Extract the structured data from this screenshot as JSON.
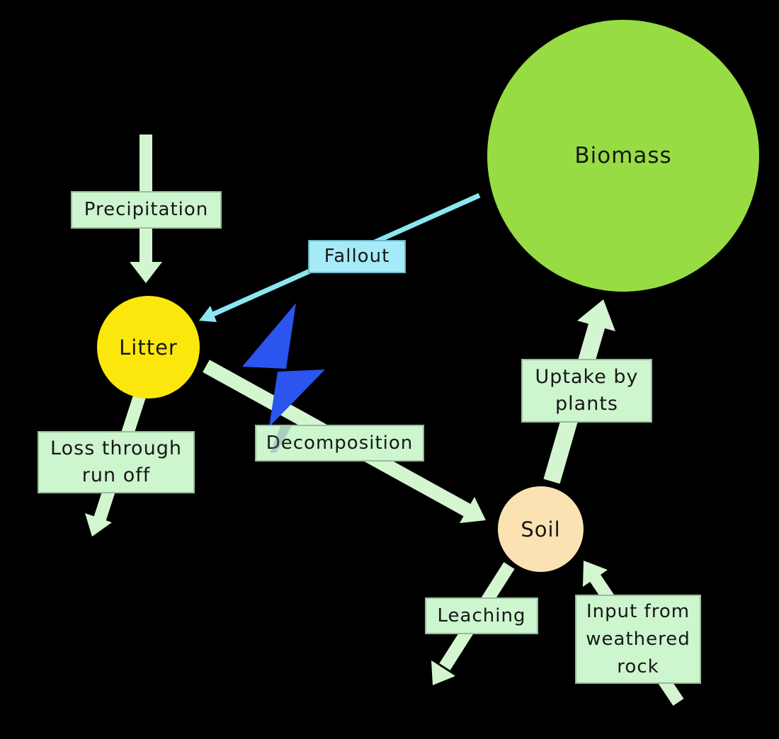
{
  "nodes": {
    "biomass": {
      "label": "Biomass",
      "color": "#98DC43"
    },
    "litter": {
      "label": "Litter",
      "color": "#FBE70C"
    },
    "soil": {
      "label": "Soil",
      "color": "#FAE2B3"
    }
  },
  "labels": {
    "precipitation": "Precipitation",
    "fallout": "Fallout",
    "decomposition": "Decomposition",
    "loss_run_off": {
      "line1": "Loss through",
      "line2": "run off"
    },
    "uptake": {
      "line1": "Uptake by",
      "line2": "plants"
    },
    "leaching": "Leaching",
    "input_rock": {
      "line1": "Input from",
      "line2": "weathered",
      "line3": "rock"
    }
  },
  "colors": {
    "background": "#000000",
    "arrow_green": "#D3F5CF",
    "box_green": "#CDF5CE",
    "fallout_line": "#8AE7F2",
    "fallout_box": "#A5EBF7",
    "bolt_blue": "#2B55EE",
    "text": "#171717"
  },
  "icons": {
    "lightning": "lightning-bolt-icon"
  }
}
